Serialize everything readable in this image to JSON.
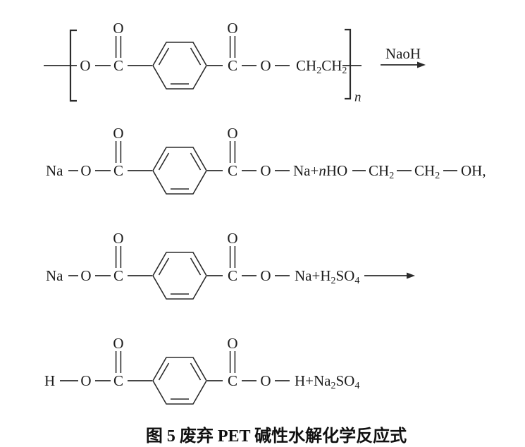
{
  "figure_caption": "图 5  废弃 PET 碱性水解化学反应式",
  "atoms": {
    "o": "O",
    "c": "C",
    "na": "Na",
    "h": "H"
  },
  "row1": {
    "ch2ch2": {
      "ch_a": "CH",
      "sub_a": "2",
      "ch_b": "CH",
      "sub_b": "2"
    },
    "repeat_subscript": "n",
    "reagent_above_arrow": "NaoH"
  },
  "row2": {
    "sodium_plus": "Na+",
    "coefficient_n": "n",
    "ho": "HO",
    "ch_a": "CH",
    "sub_a": "2",
    "ch_b": "CH",
    "sub_b": "2",
    "terminal_oh": "OH,"
  },
  "row3": {
    "na_plus_h": "Na+H",
    "acid_sub2": "2",
    "acid_so": "SO",
    "acid_sub4": "4"
  },
  "row4": {
    "h_plus_na": "H+Na",
    "salt_sub2": "2",
    "salt_so": "SO",
    "salt_sub4": "4"
  }
}
